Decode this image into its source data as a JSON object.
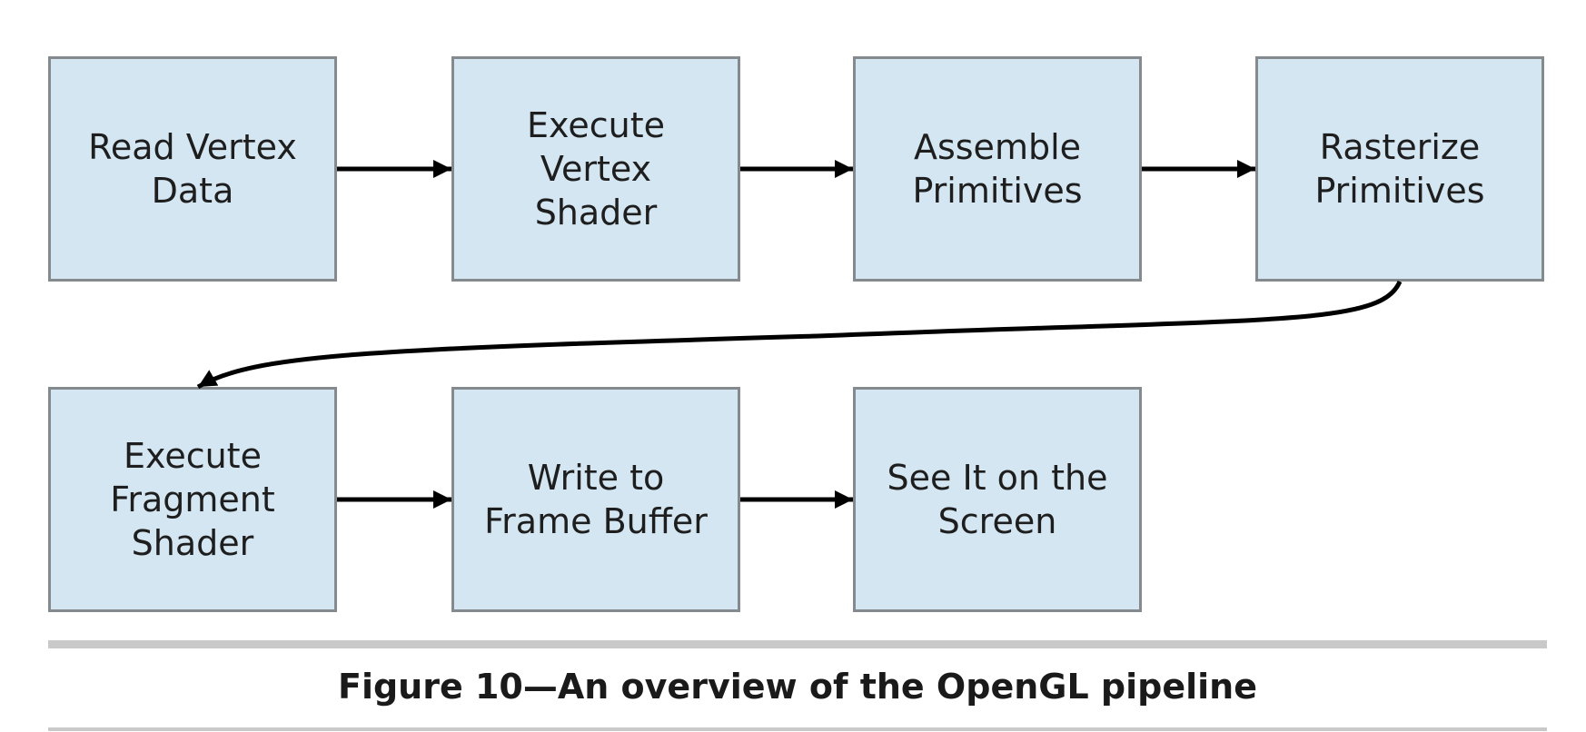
{
  "diagram": {
    "nodes": [
      {
        "id": "b1",
        "label": "Read Vertex\nData"
      },
      {
        "id": "b2",
        "label": "Execute\nVertex\nShader"
      },
      {
        "id": "b3",
        "label": "Assemble\nPrimitives"
      },
      {
        "id": "b4",
        "label": "Rasterize\nPrimitives"
      },
      {
        "id": "b5",
        "label": "Execute\nFragment\nShader"
      },
      {
        "id": "b6",
        "label": "Write to\nFrame Buffer"
      },
      {
        "id": "b7",
        "label": "See It on the\nScreen"
      }
    ],
    "edges": [
      {
        "from": "b1",
        "to": "b2"
      },
      {
        "from": "b2",
        "to": "b3"
      },
      {
        "from": "b3",
        "to": "b4"
      },
      {
        "from": "b4",
        "to": "b5"
      },
      {
        "from": "b5",
        "to": "b6"
      },
      {
        "from": "b6",
        "to": "b7"
      }
    ],
    "colors": {
      "box_fill": "#d3e6f2",
      "box_border": "#858a8e",
      "arrow": "#000000",
      "rule": "#c9c9c9"
    }
  },
  "caption": "Figure 10—An overview of the OpenGL pipeline"
}
